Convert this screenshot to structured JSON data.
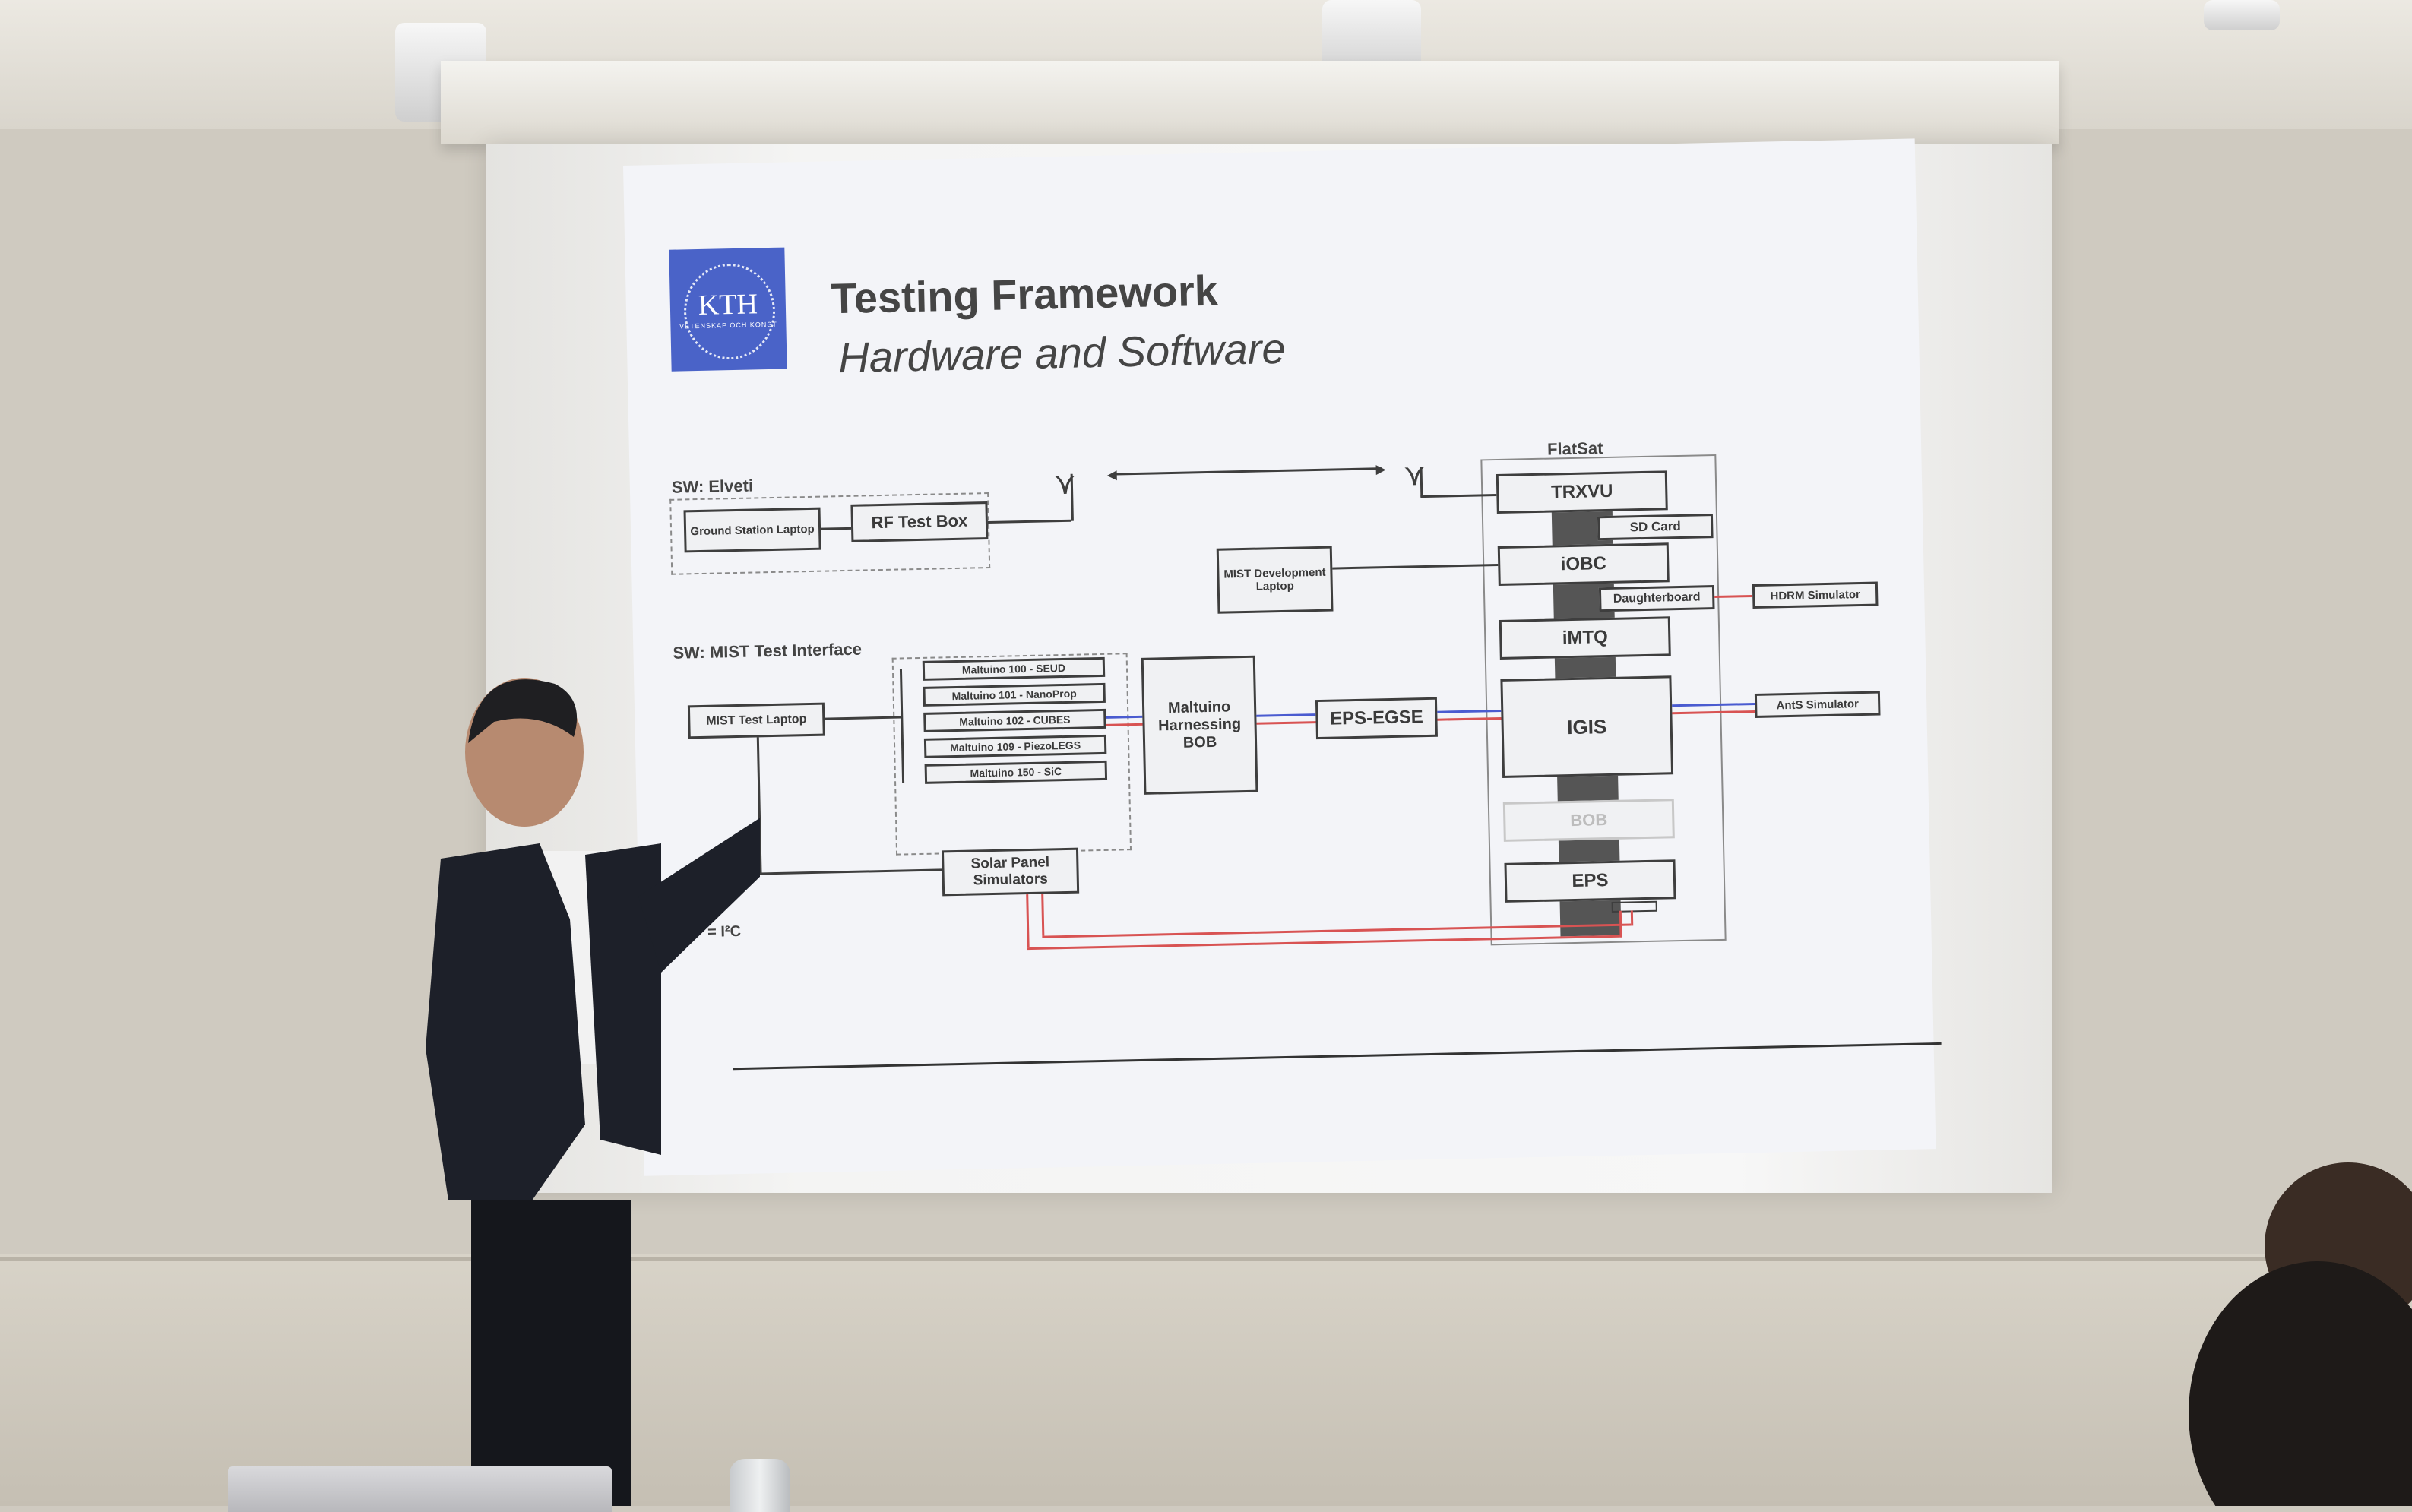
{
  "slide": {
    "logo_text": "KTH",
    "logo_subtext": "VETENSKAP OCH KONST",
    "title": "Testing Framework",
    "subtitle": "Hardware and Software"
  },
  "diagram": {
    "sw_elveti": "SW: Elveti",
    "ground_station_laptop": "Ground Station Laptop",
    "rf_test_box": "RF Test Box",
    "flatsat": "FlatSat",
    "trxvu": "TRXVU",
    "sd_card": "SD Card",
    "iobc": "iOBC",
    "daughterboard": "Daughterboard",
    "hdrm_simulator": "HDRM Simulator",
    "imtq": "iMTQ",
    "igis": "IGIS",
    "ants_simulator": "AntS Simulator",
    "bob": "BOB",
    "eps": "EPS",
    "mist_dev_laptop": "MIST Development Laptop",
    "sw_mist_test_interface": "SW: MIST Test Interface",
    "mist_test_laptop": "MIST Test Laptop",
    "maltuino_items": [
      "Maltuino 100 - SEUD",
      "Maltuino 101 - NanoProp",
      "Maltuino 102 - CUBES",
      "Maltuino 109 - PiezoLEGS",
      "Maltuino 150 - SiC"
    ],
    "maltuino_harnessing_bob": "Maltuino Harnessing BOB",
    "eps_egse": "EPS-EGSE",
    "solar_panel_simulators": "Solar Panel Simulators",
    "legend_partial": "= I²C"
  }
}
